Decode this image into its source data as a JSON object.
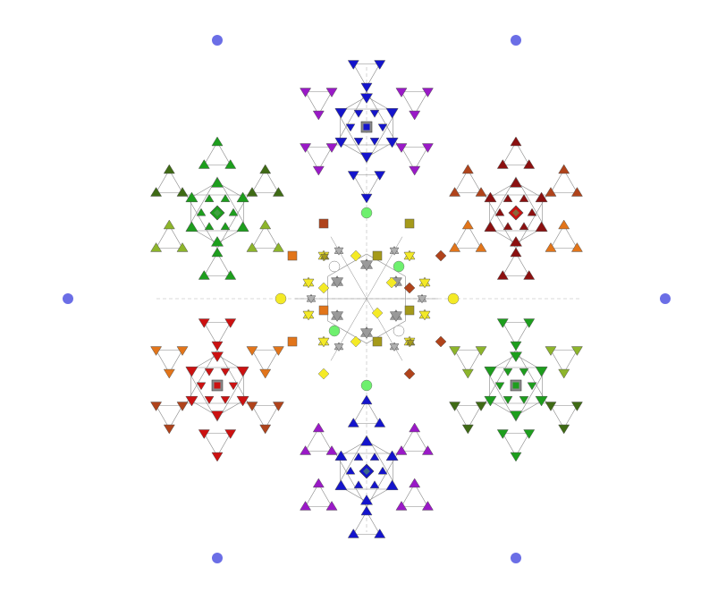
{
  "diagram": {
    "description_type": "weight-diagram",
    "background": "#ffffff",
    "axis_labels": {
      "vertical_top": "",
      "vertical_mid": "",
      "horizontal_right": "",
      "center": ""
    }
  },
  "colors": {
    "outer_dot": "#6b6ee6",
    "blue": "#1414cc",
    "violet": "#9a19c7",
    "green": "#1d9e1d",
    "dark_green": "#3f6b15",
    "yellow_green": "#8db52b",
    "red": "#cc1111",
    "dark_red": "#8b1010",
    "orange": "#e2751a",
    "rust": "#b0431b",
    "yellow": "#f4ea26",
    "olive": "#a59a1a",
    "gray": "#9a9a9a",
    "light_green": "#6ef06e",
    "lines": "#888888",
    "axis": "#cccccc"
  },
  "clusters": [
    {
      "name": "top",
      "center_shape": "square",
      "center_color": "blue",
      "inner": "blue",
      "outer": "violet",
      "orient": "down"
    },
    {
      "name": "bottom",
      "center_shape": "diamond",
      "center_color": "blue",
      "inner": "blue",
      "outer": "violet",
      "orient": "up"
    },
    {
      "name": "upper-left",
      "center_shape": "diamond",
      "center_color": "green",
      "inner": "green",
      "outer": "yellow_green",
      "outer2": "dark_green",
      "orient": "up"
    },
    {
      "name": "upper-right",
      "center_shape": "diamond",
      "center_color": "red",
      "inner": "dark_red",
      "outer": "orange",
      "outer2": "rust",
      "orient": "up"
    },
    {
      "name": "lower-left",
      "center_shape": "square",
      "center_color": "red",
      "inner": "red",
      "outer": "rust",
      "outer2": "orange",
      "orient": "down"
    },
    {
      "name": "lower-right",
      "center_shape": "square",
      "center_color": "green",
      "inner": "green",
      "outer": "dark_green",
      "outer2": "yellow_green",
      "orient": "down"
    }
  ]
}
